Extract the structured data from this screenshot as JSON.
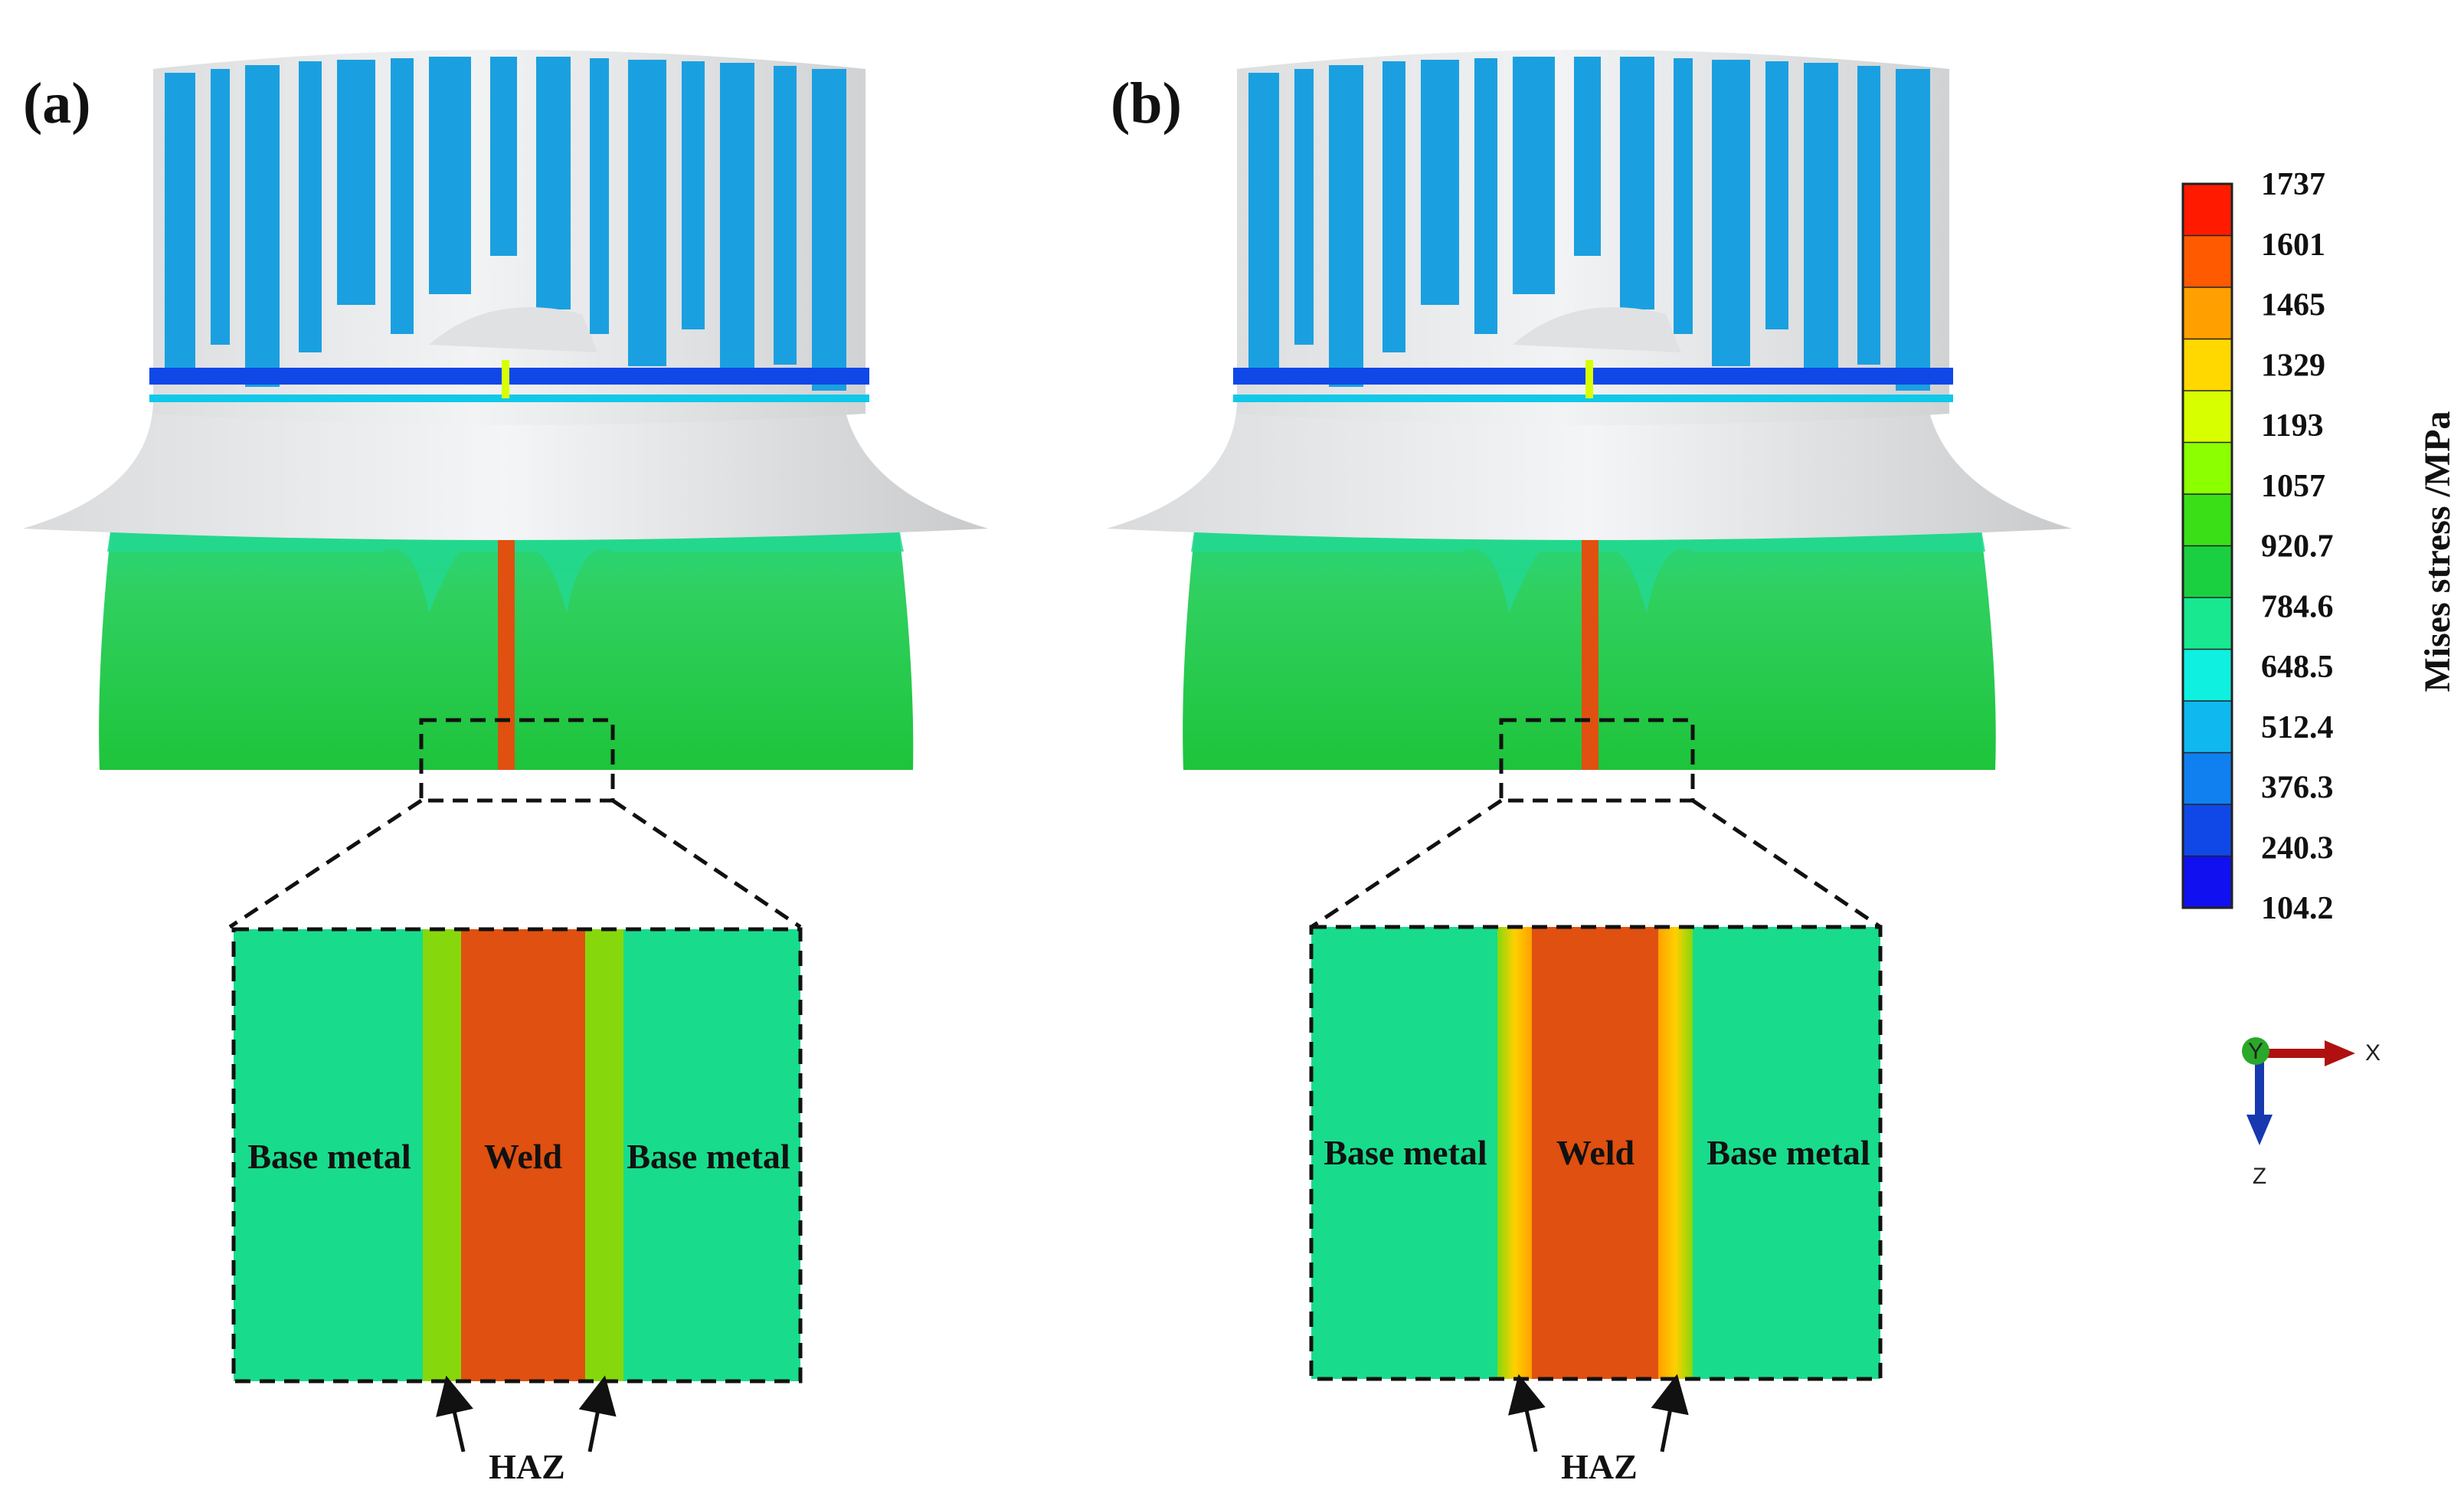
{
  "panels": [
    {
      "id": "a",
      "label": "(a)",
      "zones": {
        "left": "Base metal",
        "center": "Weld",
        "right": "Base metal"
      },
      "haz": "HAZ"
    },
    {
      "id": "b",
      "label": "(b)",
      "zones": {
        "left": "Base metal",
        "center": "Weld",
        "right": "Base metal"
      },
      "haz": "HAZ"
    }
  ],
  "legend": {
    "title": "Mises stress /MPa",
    "ticks": [
      "1737",
      "1601",
      "1465",
      "1329",
      "1193",
      "1057",
      "920.7",
      "784.6",
      "648.5",
      "512.4",
      "376.3",
      "240.3",
      "104.2"
    ],
    "colors": [
      "#ff1a00",
      "#ff5a00",
      "#ffa000",
      "#ffd800",
      "#d8ff00",
      "#8cff00",
      "#3adf18",
      "#1ad040",
      "#18e890",
      "#10f0e0",
      "#10b8f0",
      "#1080f0",
      "#1048e8",
      "#1010f0"
    ]
  },
  "axis_triad": {
    "x": "X",
    "z": "Z",
    "y": "Y"
  },
  "colors": {
    "weld": "#e05010",
    "haz_a": "#86d80c",
    "base": "#18dc8c",
    "cylinder_light": "#e8ecf0",
    "stripe_blue": "#1aa0e0"
  }
}
